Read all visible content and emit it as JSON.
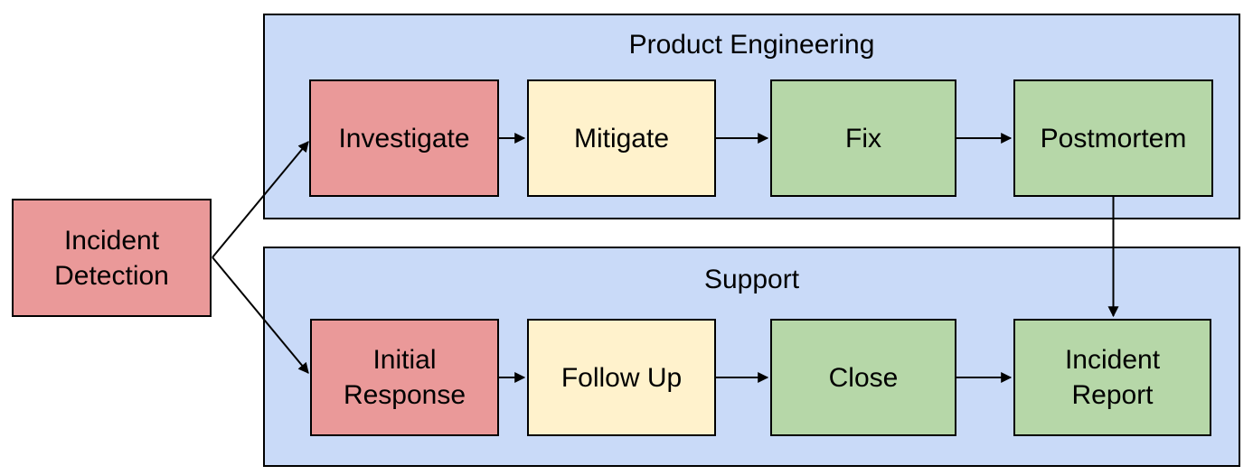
{
  "diagram": {
    "background": "#ffffff",
    "border_color": "#000000",
    "arrow_color": "#000000",
    "node_colors": {
      "red": "#EA9999",
      "yellow": "#FFF2CC",
      "green": "#B6D7A8"
    },
    "lane_fill": "#C9DAF8",
    "start_node": {
      "label": "Incident\nDetection",
      "color": "#EA9999"
    },
    "lanes": [
      {
        "title": "Product Engineering",
        "color": "#C9DAF8",
        "nodes": [
          {
            "label": "Investigate",
            "color": "#EA9999"
          },
          {
            "label": "Mitigate",
            "color": "#FFF2CC"
          },
          {
            "label": "Fix",
            "color": "#B6D7A8"
          },
          {
            "label": "Postmortem",
            "color": "#B6D7A8"
          }
        ]
      },
      {
        "title": "Support",
        "color": "#C9DAF8",
        "nodes": [
          {
            "label": "Initial\nResponse",
            "color": "#EA9999"
          },
          {
            "label": "Follow Up",
            "color": "#FFF2CC"
          },
          {
            "label": "Close",
            "color": "#B6D7A8"
          },
          {
            "label": "Incident\nReport",
            "color": "#B6D7A8"
          }
        ]
      }
    ],
    "edges": [
      {
        "from": "Incident Detection",
        "to": "Investigate"
      },
      {
        "from": "Incident Detection",
        "to": "Initial Response"
      },
      {
        "from": "Investigate",
        "to": "Mitigate"
      },
      {
        "from": "Mitigate",
        "to": "Fix"
      },
      {
        "from": "Fix",
        "to": "Postmortem"
      },
      {
        "from": "Postmortem",
        "to": "Incident Report"
      },
      {
        "from": "Initial Response",
        "to": "Follow Up"
      },
      {
        "from": "Follow Up",
        "to": "Close"
      },
      {
        "from": "Close",
        "to": "Incident Report"
      }
    ]
  }
}
